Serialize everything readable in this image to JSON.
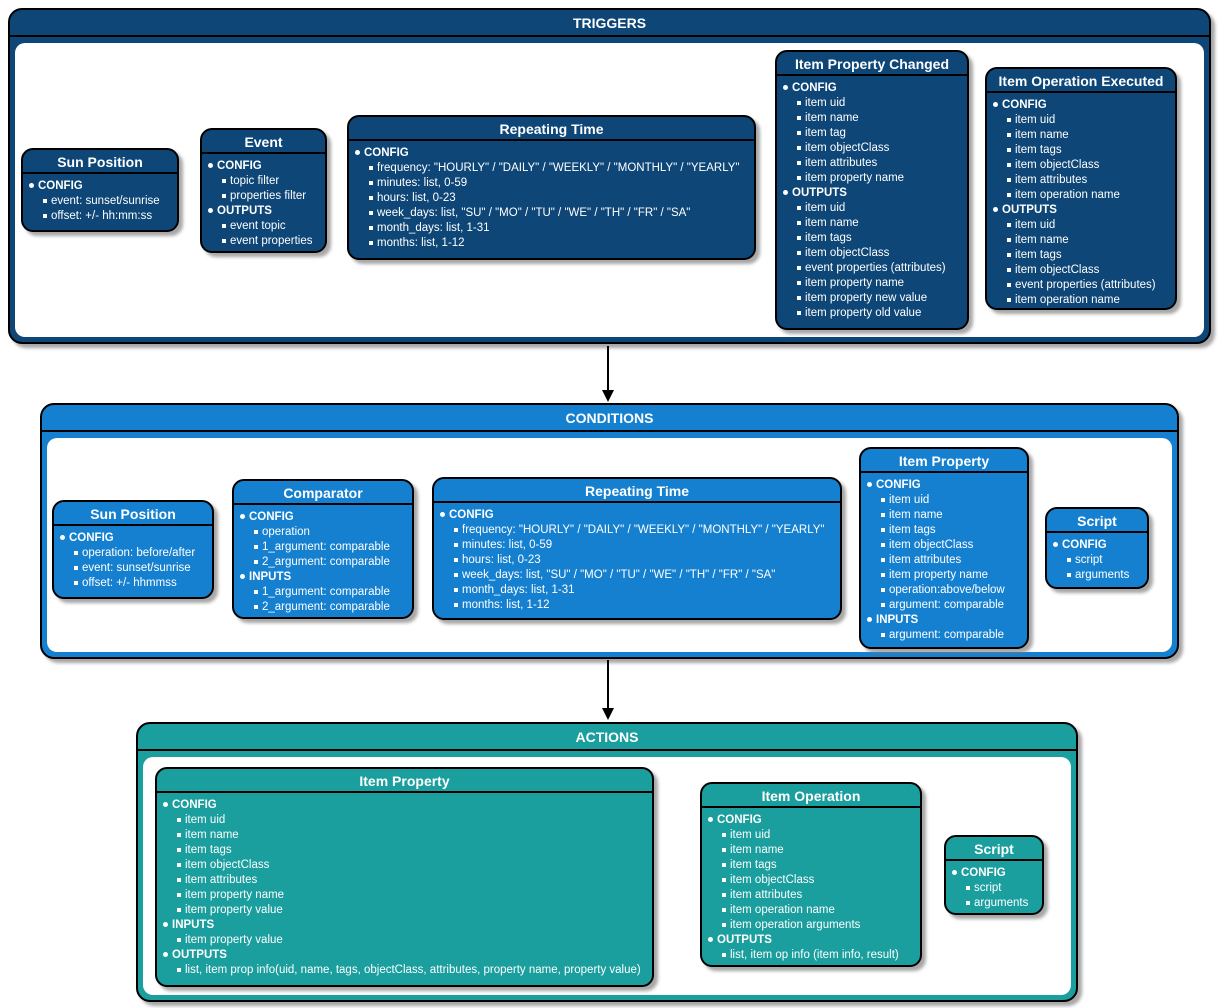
{
  "colors": {
    "triggers": "#0D4677",
    "conditions": "#1680D0",
    "actions": "#1A9E9E",
    "box_text": "#FFFFFF",
    "border": "#000000",
    "frame_body": "#FFFFFF"
  },
  "sections": {
    "triggers": {
      "title": "TRIGGERS",
      "boxes": {
        "sun_position": {
          "title": "Sun Position",
          "entries": [
            {
              "level": 1,
              "text": "CONFIG"
            },
            {
              "level": 2,
              "text": "event: sunset/sunrise"
            },
            {
              "level": 2,
              "text": "offset: +/- hh:mm:ss"
            }
          ]
        },
        "event": {
          "title": "Event",
          "entries": [
            {
              "level": 1,
              "text": "CONFIG"
            },
            {
              "level": 2,
              "text": "topic filter"
            },
            {
              "level": 2,
              "text": "properties filter"
            },
            {
              "level": 1,
              "text": "OUTPUTS"
            },
            {
              "level": 2,
              "text": "event topic"
            },
            {
              "level": 2,
              "text": "event properties"
            }
          ]
        },
        "repeating_time": {
          "title": "Repeating Time",
          "entries": [
            {
              "level": 1,
              "text": "CONFIG"
            },
            {
              "level": 2,
              "text": "frequency: \"HOURLY\" / \"DAILY\" / \"WEEKLY\" / \"MONTHLY\" / \"YEARLY\""
            },
            {
              "level": 2,
              "text": "minutes: list, 0-59"
            },
            {
              "level": 2,
              "text": "hours: list, 0-23"
            },
            {
              "level": 2,
              "text": "week_days: list, \"SU\" / \"MO\" / \"TU\" / \"WE\" / \"TH\" / \"FR\" / \"SA\""
            },
            {
              "level": 2,
              "text": "month_days: list, 1-31"
            },
            {
              "level": 2,
              "text": "months: list, 1-12"
            }
          ]
        },
        "item_property_changed": {
          "title": "Item Property Changed",
          "entries": [
            {
              "level": 1,
              "text": "CONFIG"
            },
            {
              "level": 2,
              "text": "item uid"
            },
            {
              "level": 2,
              "text": "item name"
            },
            {
              "level": 2,
              "text": "item tag"
            },
            {
              "level": 2,
              "text": "item objectClass"
            },
            {
              "level": 2,
              "text": "item attributes"
            },
            {
              "level": 2,
              "text": "item property name"
            },
            {
              "level": 1,
              "text": "OUTPUTS"
            },
            {
              "level": 2,
              "text": "item uid"
            },
            {
              "level": 2,
              "text": "item name"
            },
            {
              "level": 2,
              "text": "item tags"
            },
            {
              "level": 2,
              "text": "item objectClass"
            },
            {
              "level": 2,
              "text": "event properties (attributes)"
            },
            {
              "level": 2,
              "text": "item property name"
            },
            {
              "level": 2,
              "text": "item property new value"
            },
            {
              "level": 2,
              "text": "item property old value"
            }
          ]
        },
        "item_operation_executed": {
          "title": "Item Operation Executed",
          "entries": [
            {
              "level": 1,
              "text": "CONFIG"
            },
            {
              "level": 2,
              "text": "item uid"
            },
            {
              "level": 2,
              "text": "item name"
            },
            {
              "level": 2,
              "text": "item tags"
            },
            {
              "level": 2,
              "text": "item objectClass"
            },
            {
              "level": 2,
              "text": "item attributes"
            },
            {
              "level": 2,
              "text": "item operation name"
            },
            {
              "level": 1,
              "text": "OUTPUTS"
            },
            {
              "level": 2,
              "text": "item uid"
            },
            {
              "level": 2,
              "text": "item name"
            },
            {
              "level": 2,
              "text": "item tags"
            },
            {
              "level": 2,
              "text": "item objectClass"
            },
            {
              "level": 2,
              "text": "event properties (attributes)"
            },
            {
              "level": 2,
              "text": "item operation name"
            }
          ]
        }
      }
    },
    "conditions": {
      "title": "CONDITIONS",
      "boxes": {
        "sun_position": {
          "title": "Sun Position",
          "entries": [
            {
              "level": 1,
              "text": "CONFIG"
            },
            {
              "level": 2,
              "text": "operation: before/after"
            },
            {
              "level": 2,
              "text": "event: sunset/sunrise"
            },
            {
              "level": 2,
              "text": "offset: +/- hhmmss"
            }
          ]
        },
        "comparator": {
          "title": "Comparator",
          "entries": [
            {
              "level": 1,
              "text": "CONFIG"
            },
            {
              "level": 2,
              "text": "operation"
            },
            {
              "level": 2,
              "text": "1_argument: comparable"
            },
            {
              "level": 2,
              "text": "2_argument: comparable"
            },
            {
              "level": 1,
              "text": "INPUTS"
            },
            {
              "level": 2,
              "text": "1_argument: comparable"
            },
            {
              "level": 2,
              "text": "2_argument: comparable"
            }
          ]
        },
        "repeating_time": {
          "title": "Repeating Time",
          "entries": [
            {
              "level": 1,
              "text": "CONFIG"
            },
            {
              "level": 2,
              "text": "frequency: \"HOURLY\" / \"DAILY\" / \"WEEKLY\" / \"MONTHLY\" / \"YEARLY\""
            },
            {
              "level": 2,
              "text": "minutes: list, 0-59"
            },
            {
              "level": 2,
              "text": "hours: list, 0-23"
            },
            {
              "level": 2,
              "text": "week_days: list, \"SU\" / \"MO\" / \"TU\" / \"WE\" / \"TH\" / \"FR\" / \"SA\""
            },
            {
              "level": 2,
              "text": "month_days: list, 1-31"
            },
            {
              "level": 2,
              "text": "months: list, 1-12"
            }
          ]
        },
        "item_property": {
          "title": "Item Property",
          "entries": [
            {
              "level": 1,
              "text": "CONFIG"
            },
            {
              "level": 2,
              "text": "item uid"
            },
            {
              "level": 2,
              "text": "item name"
            },
            {
              "level": 2,
              "text": "item tags"
            },
            {
              "level": 2,
              "text": "item objectClass"
            },
            {
              "level": 2,
              "text": "item attributes"
            },
            {
              "level": 2,
              "text": "item property name"
            },
            {
              "level": 2,
              "text": "operation:above/below"
            },
            {
              "level": 2,
              "text": "argument: comparable"
            },
            {
              "level": 1,
              "text": "INPUTS"
            },
            {
              "level": 2,
              "text": "argument: comparable"
            }
          ]
        },
        "script": {
          "title": "Script",
          "entries": [
            {
              "level": 1,
              "text": "CONFIG"
            },
            {
              "level": 2,
              "text": "script"
            },
            {
              "level": 2,
              "text": "arguments"
            }
          ]
        }
      }
    },
    "actions": {
      "title": "ACTIONS",
      "boxes": {
        "item_property": {
          "title": "Item Property",
          "entries": [
            {
              "level": 1,
              "text": "CONFIG"
            },
            {
              "level": 2,
              "text": "item uid"
            },
            {
              "level": 2,
              "text": "item name"
            },
            {
              "level": 2,
              "text": "item tags"
            },
            {
              "level": 2,
              "text": "item objectClass"
            },
            {
              "level": 2,
              "text": "item attributes"
            },
            {
              "level": 2,
              "text": "item property name"
            },
            {
              "level": 2,
              "text": "item property value"
            },
            {
              "level": 1,
              "text": "INPUTS"
            },
            {
              "level": 2,
              "text": "item property value"
            },
            {
              "level": 1,
              "text": "OUTPUTS"
            },
            {
              "level": 2,
              "text": "list, item prop info(uid, name, tags, objectClass, attributes, property name, property value)"
            }
          ]
        },
        "item_operation": {
          "title": "Item Operation",
          "entries": [
            {
              "level": 1,
              "text": "CONFIG"
            },
            {
              "level": 2,
              "text": "item uid"
            },
            {
              "level": 2,
              "text": "item name"
            },
            {
              "level": 2,
              "text": "item tags"
            },
            {
              "level": 2,
              "text": "item objectClass"
            },
            {
              "level": 2,
              "text": "item attributes"
            },
            {
              "level": 2,
              "text": "item operation name"
            },
            {
              "level": 2,
              "text": "item operation arguments"
            },
            {
              "level": 1,
              "text": "OUTPUTS"
            },
            {
              "level": 2,
              "text": "list, item op info (item info, result)"
            }
          ]
        },
        "script": {
          "title": "Script",
          "entries": [
            {
              "level": 1,
              "text": "CONFIG"
            },
            {
              "level": 2,
              "text": "script"
            },
            {
              "level": 2,
              "text": "arguments"
            }
          ]
        }
      }
    }
  }
}
